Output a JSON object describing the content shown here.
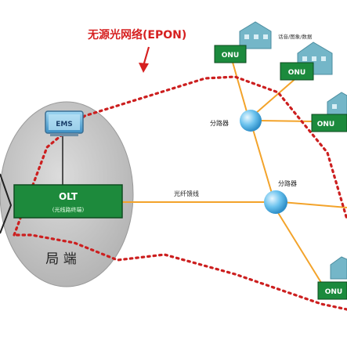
{
  "title": "无源光网络(EPON)",
  "central_office": {
    "label": "局 端",
    "olt": {
      "name": "OLT",
      "sublabel": "(光线路终端)"
    },
    "ems": {
      "name": "EMS"
    }
  },
  "splitters": [
    {
      "label": "分路器"
    },
    {
      "label": "分路器"
    }
  ],
  "fiber_label": "光纤馈线",
  "onus": [
    {
      "label": "ONU"
    },
    {
      "label": "ONU",
      "service_label": "话音/图象/数据"
    },
    {
      "label": "ONU"
    },
    {
      "label": "ONU"
    }
  ],
  "colors": {
    "olt_fill": "#1d8a3c",
    "onu_fill": "#1c8a3d",
    "fiber": "#f3a32a",
    "boundary_dots": "#cc1f1f",
    "title": "#d62020",
    "office_ellipse": "#c8c8c8",
    "splitter": "#5db9e8",
    "building": "#74b6c8"
  }
}
